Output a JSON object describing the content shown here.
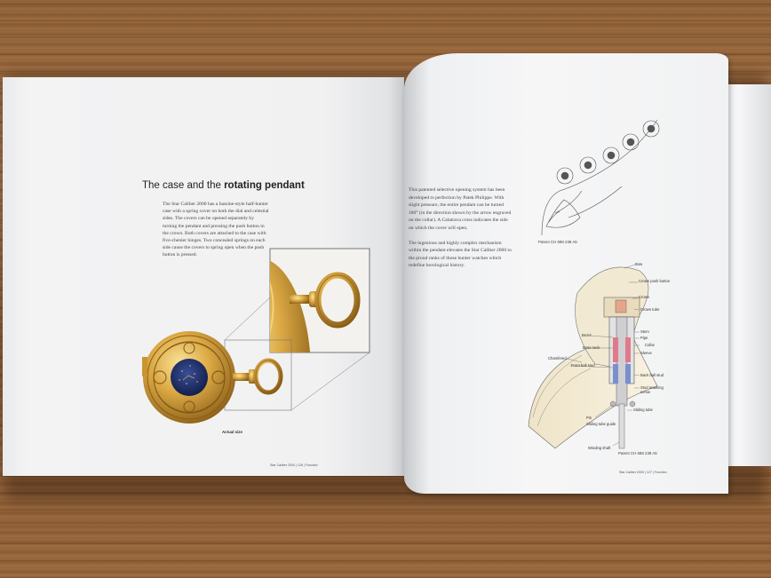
{
  "left_page": {
    "heading_regular": "The case and the ",
    "heading_bold": "rotating pendant",
    "body": "The Star Caliber 2000 has a bassine-style half-hunter case with a spring cover on both the dial and celestial sides. The covers can be opened separately by turning the pendant and pressing the push button in the crown. Both covers are attached to the case with five-chenier hinges. Two concealed springs on each side cause the covers to spring open when the push button is pressed.",
    "caption": "Actual size",
    "footer": "Star Caliber 2000 | 126 | Function"
  },
  "right_page": {
    "paragraph_1": "This patented selective opening system has been developed to perfection by Patek Philippe. With slight pressure, the entire pendant can be turned 180° (in the direction shown by the arrow engraved on the collar). A Calatrava cross indicates the side on which the cover will open.",
    "paragraph_2": "The ingenious and highly complex mechanism within the pendant elevates the Star Caliber 2000 to the proud ranks of those hunter watches which redefine horological history.",
    "patent_top": "Patent CH 688 238 A5",
    "patent_bottom": "Patent CH 688 238 A5",
    "footer": "Star Caliber 2000 | 127 | Function",
    "diagram_labels": {
      "bow": "Bow",
      "crown_push_button": "Crown push button",
      "crown": "Crown",
      "crown_tube": "Crown tube",
      "stem": "Stem",
      "pipe": "Pipe",
      "collar": "Collar",
      "sleeve": "Sleeve",
      "back_ball_stud": "Back ball stud",
      "stud_retaining_screw": "Stud retaining screw",
      "sliding_tube": "Sliding tube",
      "bezel": "Bezel",
      "boss_neck": "Boss neck",
      "chamfered": "Chamfered",
      "front_ball_stud": "Front ball stud",
      "pin": "Pin",
      "sliding_tube_guide": "Sliding tube guide",
      "winding_shaft": "Winding shaft"
    }
  },
  "colors": {
    "gold": "#d9a93c",
    "enamel_blue": "#1e2f6e",
    "wood": "#9a6a3e"
  }
}
